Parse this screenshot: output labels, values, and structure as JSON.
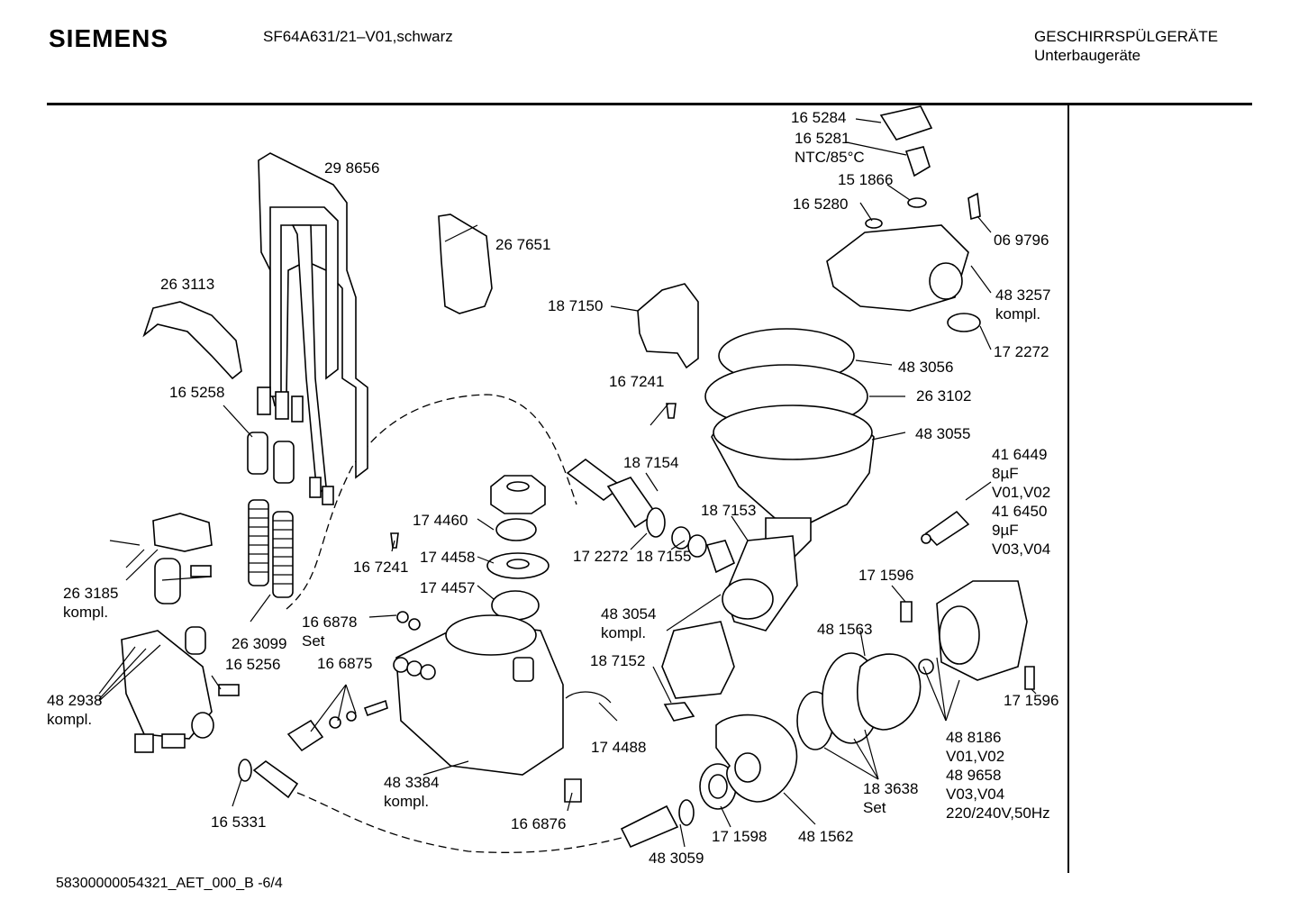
{
  "header": {
    "brand": "SIEMENS",
    "model": "SF64A631/21–V01,schwarz",
    "category": "GESCHIRRSPÜLGERÄTE",
    "subcategory": "Unterbaugeräte"
  },
  "footer": {
    "document_id": "58300000054321_AET_000_B  -6/4"
  },
  "parts": [
    {
      "id": "p298656",
      "lines": [
        "29 8656"
      ]
    },
    {
      "id": "p267651",
      "lines": [
        "26 7651"
      ]
    },
    {
      "id": "p263113",
      "lines": [
        "26 3113"
      ]
    },
    {
      "id": "p187150",
      "lines": [
        "18 7150"
      ]
    },
    {
      "id": "p165258",
      "lines": [
        "16 5258"
      ]
    },
    {
      "id": "p167241a",
      "lines": [
        "16 7241"
      ]
    },
    {
      "id": "p187154",
      "lines": [
        "18 7154"
      ]
    },
    {
      "id": "p174460",
      "lines": [
        "17 4460"
      ]
    },
    {
      "id": "p187153",
      "lines": [
        "18 7153"
      ]
    },
    {
      "id": "p174458",
      "lines": [
        "17 4458"
      ]
    },
    {
      "id": "p167241b",
      "lines": [
        "16 7241"
      ]
    },
    {
      "id": "p172272a",
      "lines": [
        "17 2272"
      ]
    },
    {
      "id": "p187155",
      "lines": [
        "18 7155"
      ]
    },
    {
      "id": "p174457",
      "lines": [
        "17 4457"
      ]
    },
    {
      "id": "p263185",
      "lines": [
        "26 3185",
        "kompl."
      ]
    },
    {
      "id": "p166878",
      "lines": [
        "16 6878",
        "Set"
      ]
    },
    {
      "id": "p263099",
      "lines": [
        "26 3099"
      ]
    },
    {
      "id": "p483054",
      "lines": [
        "48 3054",
        "kompl."
      ]
    },
    {
      "id": "p165256",
      "lines": [
        "16 5256"
      ]
    },
    {
      "id": "p166875",
      "lines": [
        "16 6875"
      ]
    },
    {
      "id": "p187152",
      "lines": [
        "18 7152"
      ]
    },
    {
      "id": "p482938",
      "lines": [
        "48 2938",
        "kompl."
      ]
    },
    {
      "id": "p174488",
      "lines": [
        "17 4488"
      ]
    },
    {
      "id": "p483384",
      "lines": [
        "48 3384",
        "kompl."
      ]
    },
    {
      "id": "p165331",
      "lines": [
        "16 5331"
      ]
    },
    {
      "id": "p166876",
      "lines": [
        "16 6876"
      ]
    },
    {
      "id": "p171598",
      "lines": [
        "17 1598"
      ]
    },
    {
      "id": "p481562",
      "lines": [
        "48 1562"
      ]
    },
    {
      "id": "p483059",
      "lines": [
        "48 3059"
      ]
    },
    {
      "id": "p165284",
      "lines": [
        "16 5284"
      ]
    },
    {
      "id": "p165281",
      "lines": [
        "16 5281",
        "NTC/85°C"
      ]
    },
    {
      "id": "p151866",
      "lines": [
        "15 1866"
      ]
    },
    {
      "id": "p165280",
      "lines": [
        "16 5280"
      ]
    },
    {
      "id": "p069796",
      "lines": [
        "06 9796"
      ]
    },
    {
      "id": "p483257",
      "lines": [
        "48 3257",
        "kompl."
      ]
    },
    {
      "id": "p172272b",
      "lines": [
        "17 2272"
      ]
    },
    {
      "id": "p483056",
      "lines": [
        "48 3056"
      ]
    },
    {
      "id": "p263102",
      "lines": [
        "26 3102"
      ]
    },
    {
      "id": "p483055",
      "lines": [
        "48 3055"
      ]
    },
    {
      "id": "p416449",
      "lines": [
        "41 6449",
        "8µF",
        "V01,V02",
        "41 6450",
        "9µF",
        "V03,V04"
      ]
    },
    {
      "id": "p171596a",
      "lines": [
        "17 1596"
      ]
    },
    {
      "id": "p481563",
      "lines": [
        "48 1563"
      ]
    },
    {
      "id": "p171596b",
      "lines": [
        "17 1596"
      ]
    },
    {
      "id": "p488186",
      "lines": [
        "48 8186",
        "V01,V02",
        "48 9658",
        "V03,V04",
        "220/240V,50Hz"
      ]
    },
    {
      "id": "p183638",
      "lines": [
        "18 3638",
        "Set"
      ]
    }
  ]
}
